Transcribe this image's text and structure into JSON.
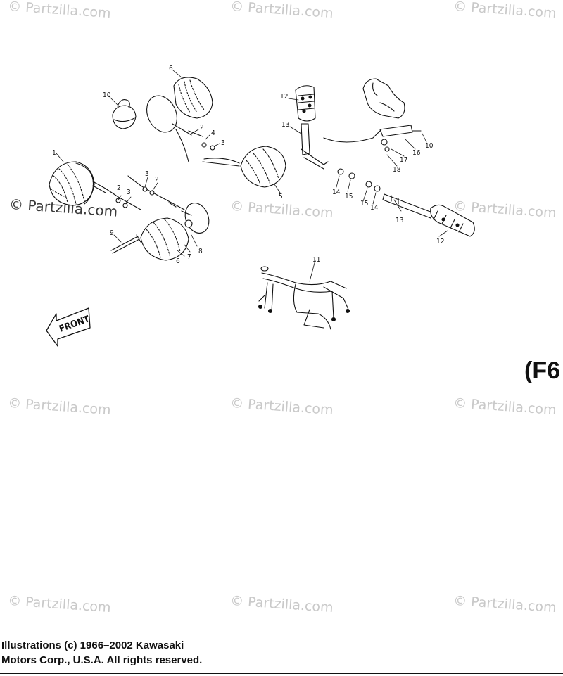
{
  "watermark": {
    "text": "© Partzilla.com"
  },
  "figure": {
    "code": "(F6"
  },
  "arrow": {
    "label": "FRONT"
  },
  "copyright": {
    "line1": "Illustrations (c) 1966–2002 Kawasaki",
    "line2": "Motors Corp., U.S.A.  All rights reserved."
  },
  "callouts": {
    "c1": "1",
    "c2a": "2",
    "c2b": "2",
    "c2c": "2",
    "c3a": "3",
    "c3b": "3",
    "c3c": "3",
    "c4": "4",
    "c5": "5",
    "c6a": "6",
    "c6b": "6",
    "c7": "7",
    "c8": "8",
    "c9": "9",
    "c10a": "10",
    "c10b": "10",
    "c11": "11",
    "c12a": "12",
    "c12b": "12",
    "c13a": "13",
    "c13b": "13",
    "c14a": "14",
    "c14b": "14",
    "c15a": "15",
    "c15b": "15",
    "c16": "16",
    "c17": "17",
    "c18": "18"
  }
}
